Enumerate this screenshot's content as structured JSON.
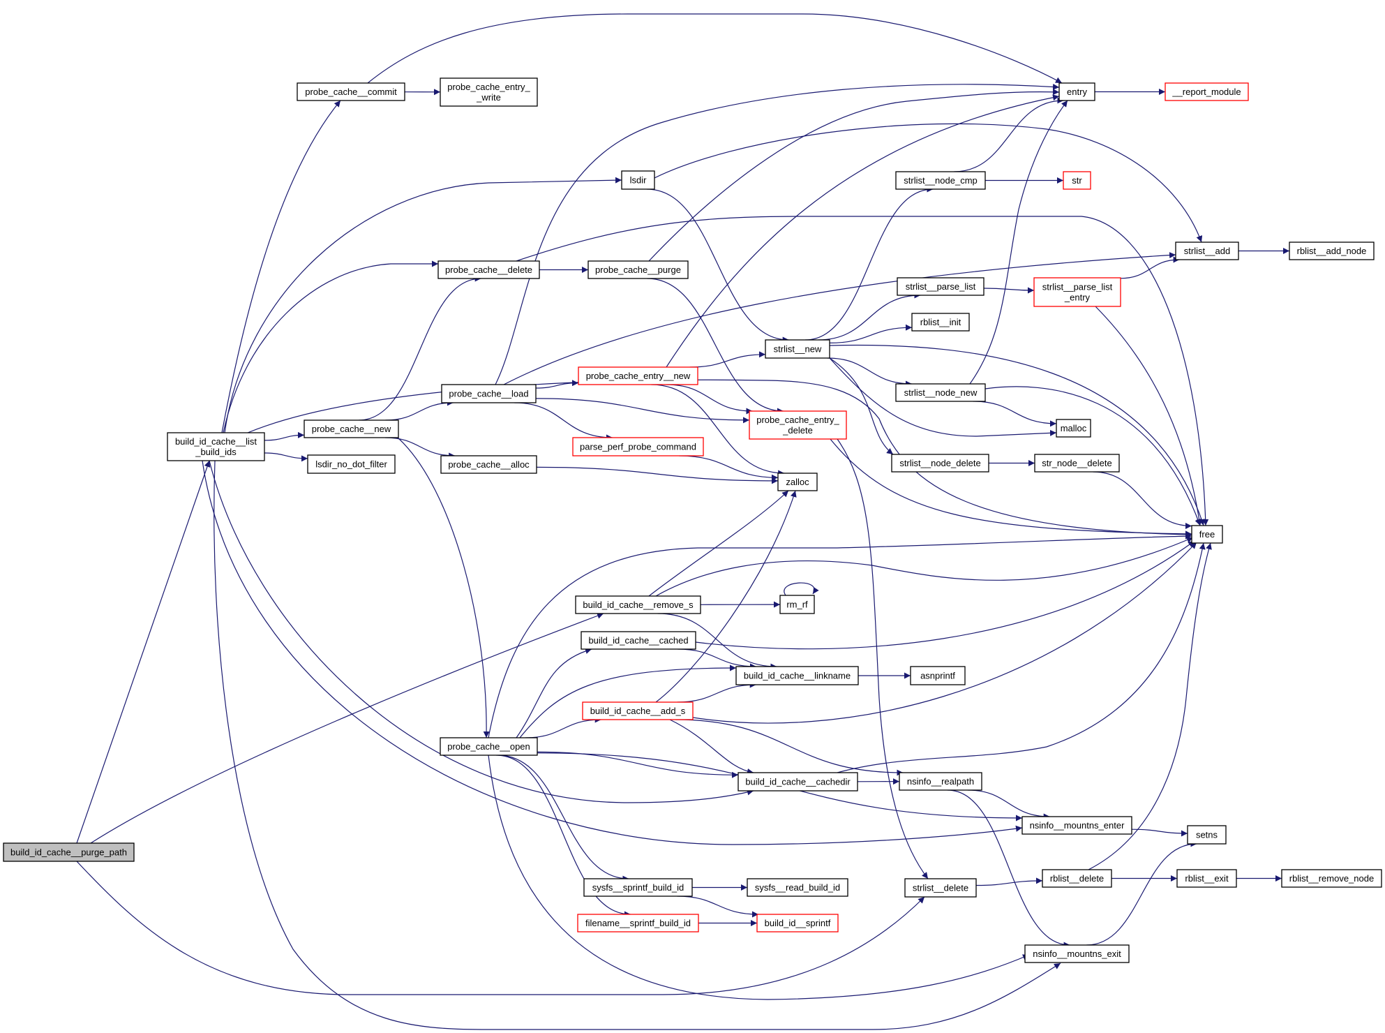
{
  "graph": {
    "type": "call-graph",
    "root": "build_id_cache__purge_path",
    "colors": {
      "edge": "#191970",
      "node_border": "#000000",
      "node_border_truncated": "#ff0000",
      "node_fill": "#ffffff",
      "root_fill": "#bfbfbf"
    },
    "nodes": [
      {
        "id": "purge_path",
        "label": [
          "build_id_cache__purge_path"
        ],
        "root": true
      },
      {
        "id": "list_build_ids",
        "label": [
          "build_id_cache__list",
          "_build_ids"
        ]
      },
      {
        "id": "commit",
        "label": [
          "probe_cache__commit"
        ]
      },
      {
        "id": "entry_write",
        "label": [
          "probe_cache_entry_",
          "_write"
        ]
      },
      {
        "id": "lsdir",
        "label": [
          "lsdir"
        ]
      },
      {
        "id": "pc_delete",
        "label": [
          "probe_cache__delete"
        ]
      },
      {
        "id": "pc_purge",
        "label": [
          "probe_cache__purge"
        ]
      },
      {
        "id": "pc_new",
        "label": [
          "probe_cache__new"
        ]
      },
      {
        "id": "lsdir_no_dot",
        "label": [
          "lsdir_no_dot_filter"
        ]
      },
      {
        "id": "pc_load",
        "label": [
          "probe_cache__load"
        ]
      },
      {
        "id": "pc_alloc",
        "label": [
          "probe_cache__alloc"
        ]
      },
      {
        "id": "pce_new",
        "label": [
          "probe_cache_entry__new"
        ],
        "truncated": true
      },
      {
        "id": "parse_perf",
        "label": [
          "parse_perf_probe_command"
        ],
        "truncated": true
      },
      {
        "id": "pce_delete",
        "label": [
          "probe_cache_entry_",
          "_delete"
        ],
        "truncated": true
      },
      {
        "id": "zalloc",
        "label": [
          "zalloc"
        ]
      },
      {
        "id": "entry",
        "label": [
          "entry"
        ]
      },
      {
        "id": "report_module",
        "label": [
          "__report_module"
        ],
        "truncated": true
      },
      {
        "id": "node_cmp",
        "label": [
          "strlist__node_cmp"
        ]
      },
      {
        "id": "str",
        "label": [
          "str"
        ],
        "truncated": true
      },
      {
        "id": "strlist_add",
        "label": [
          "strlist__add"
        ]
      },
      {
        "id": "rb_add_node",
        "label": [
          "rblist__add_node"
        ]
      },
      {
        "id": "parse_list",
        "label": [
          "strlist__parse_list"
        ]
      },
      {
        "id": "parse_list_entry",
        "label": [
          "strlist__parse_list",
          "_entry"
        ],
        "truncated": true
      },
      {
        "id": "rb_init",
        "label": [
          "rblist__init"
        ]
      },
      {
        "id": "strlist_new",
        "label": [
          "strlist__new"
        ]
      },
      {
        "id": "node_new",
        "label": [
          "strlist__node_new"
        ]
      },
      {
        "id": "malloc",
        "label": [
          "malloc"
        ]
      },
      {
        "id": "node_delete",
        "label": [
          "strlist__node_delete"
        ]
      },
      {
        "id": "str_node_delete",
        "label": [
          "str_node__delete"
        ]
      },
      {
        "id": "free",
        "label": [
          "free"
        ]
      },
      {
        "id": "remove_s",
        "label": [
          "build_id_cache__remove_s"
        ]
      },
      {
        "id": "rm_rf",
        "label": [
          "rm_rf"
        ]
      },
      {
        "id": "cached",
        "label": [
          "build_id_cache__cached"
        ]
      },
      {
        "id": "linkname",
        "label": [
          "build_id_cache__linkname"
        ]
      },
      {
        "id": "asnprintf",
        "label": [
          "asnprintf"
        ]
      },
      {
        "id": "add_s",
        "label": [
          "build_id_cache__add_s"
        ],
        "truncated": true
      },
      {
        "id": "pc_open",
        "label": [
          "probe_cache__open"
        ]
      },
      {
        "id": "cachedir",
        "label": [
          "build_id_cache__cachedir"
        ]
      },
      {
        "id": "realpath",
        "label": [
          "nsinfo__realpath"
        ]
      },
      {
        "id": "mnt_enter",
        "label": [
          "nsinfo__mountns_enter"
        ]
      },
      {
        "id": "setns",
        "label": [
          "setns"
        ]
      },
      {
        "id": "sysfs_sprintf",
        "label": [
          "sysfs__sprintf_build_id"
        ]
      },
      {
        "id": "sysfs_read",
        "label": [
          "sysfs__read_build_id"
        ]
      },
      {
        "id": "strlist_delete",
        "label": [
          "strlist__delete"
        ]
      },
      {
        "id": "rb_delete",
        "label": [
          "rblist__delete"
        ]
      },
      {
        "id": "rb_exit",
        "label": [
          "rblist__exit"
        ]
      },
      {
        "id": "rb_remove_node",
        "label": [
          "rblist__remove_node"
        ]
      },
      {
        "id": "fn_sprintf",
        "label": [
          "filename__sprintf_build_id"
        ],
        "truncated": true
      },
      {
        "id": "bid_sprintf",
        "label": [
          "build_id__sprintf"
        ],
        "truncated": true
      },
      {
        "id": "mnt_exit",
        "label": [
          "nsinfo__mountns_exit"
        ]
      }
    ],
    "edges": [
      [
        "purge_path",
        "list_build_ids"
      ],
      [
        "purge_path",
        "remove_s"
      ],
      [
        "purge_path",
        "strlist_delete"
      ],
      [
        "list_build_ids",
        "commit"
      ],
      [
        "list_build_ids",
        "lsdir"
      ],
      [
        "list_build_ids",
        "pc_delete"
      ],
      [
        "list_build_ids",
        "pc_new"
      ],
      [
        "list_build_ids",
        "lsdir_no_dot"
      ],
      [
        "list_build_ids",
        "free"
      ],
      [
        "list_build_ids",
        "cachedir"
      ],
      [
        "list_build_ids",
        "mnt_enter"
      ],
      [
        "list_build_ids",
        "mnt_exit"
      ],
      [
        "commit",
        "entry_write"
      ],
      [
        "commit",
        "entry"
      ],
      [
        "lsdir",
        "strlist_add"
      ],
      [
        "lsdir",
        "strlist_new"
      ],
      [
        "pc_delete",
        "pc_purge"
      ],
      [
        "pc_delete",
        "free"
      ],
      [
        "pc_purge",
        "entry"
      ],
      [
        "pc_purge",
        "pce_delete"
      ],
      [
        "pc_new",
        "pc_delete"
      ],
      [
        "pc_new",
        "pc_load"
      ],
      [
        "pc_new",
        "pc_alloc"
      ],
      [
        "pc_new",
        "pc_open"
      ],
      [
        "pc_load",
        "entry"
      ],
      [
        "pc_load",
        "pce_new"
      ],
      [
        "pc_load",
        "pce_delete"
      ],
      [
        "pc_load",
        "parse_perf"
      ],
      [
        "pc_load",
        "strlist_add"
      ],
      [
        "pc_alloc",
        "zalloc"
      ],
      [
        "pce_new",
        "entry"
      ],
      [
        "pce_new",
        "strlist_new"
      ],
      [
        "pce_new",
        "pce_delete"
      ],
      [
        "pce_new",
        "zalloc"
      ],
      [
        "parse_perf",
        "zalloc"
      ],
      [
        "pce_delete",
        "free"
      ],
      [
        "pce_delete",
        "strlist_delete"
      ],
      [
        "entry",
        "report_module"
      ],
      [
        "node_cmp",
        "entry"
      ],
      [
        "node_cmp",
        "str"
      ],
      [
        "strlist_add",
        "rb_add_node"
      ],
      [
        "parse_list",
        "parse_list_entry"
      ],
      [
        "parse_list_entry",
        "strlist_add"
      ],
      [
        "parse_list_entry",
        "free"
      ],
      [
        "strlist_new",
        "node_cmp"
      ],
      [
        "strlist_new",
        "parse_list"
      ],
      [
        "strlist_new",
        "rb_init"
      ],
      [
        "strlist_new",
        "node_new"
      ],
      [
        "strlist_new",
        "malloc"
      ],
      [
        "strlist_new",
        "node_delete"
      ],
      [
        "strlist_new",
        "free"
      ],
      [
        "node_new",
        "entry"
      ],
      [
        "node_new",
        "malloc"
      ],
      [
        "node_new",
        "free"
      ],
      [
        "node_delete",
        "str_node_delete"
      ],
      [
        "str_node_delete",
        "free"
      ],
      [
        "remove_s",
        "zalloc"
      ],
      [
        "remove_s",
        "rm_rf"
      ],
      [
        "remove_s",
        "linkname"
      ],
      [
        "remove_s",
        "free"
      ],
      [
        "rm_rf",
        "rm_rf"
      ],
      [
        "cached",
        "linkname"
      ],
      [
        "cached",
        "free"
      ],
      [
        "linkname",
        "asnprintf"
      ],
      [
        "add_s",
        "zalloc"
      ],
      [
        "add_s",
        "linkname"
      ],
      [
        "add_s",
        "cachedir"
      ],
      [
        "add_s",
        "realpath"
      ],
      [
        "add_s",
        "free"
      ],
      [
        "pc_open",
        "cached"
      ],
      [
        "pc_open",
        "linkname"
      ],
      [
        "pc_open",
        "add_s"
      ],
      [
        "pc_open",
        "cachedir"
      ],
      [
        "pc_open",
        "mnt_enter"
      ],
      [
        "pc_open",
        "sysfs_sprintf"
      ],
      [
        "pc_open",
        "fn_sprintf"
      ],
      [
        "pc_open",
        "mnt_exit"
      ],
      [
        "pc_open",
        "free"
      ],
      [
        "cachedir",
        "realpath"
      ],
      [
        "cachedir",
        "free"
      ],
      [
        "realpath",
        "mnt_enter"
      ],
      [
        "realpath",
        "mnt_exit"
      ],
      [
        "mnt_enter",
        "setns"
      ],
      [
        "mnt_exit",
        "setns"
      ],
      [
        "sysfs_sprintf",
        "sysfs_read"
      ],
      [
        "sysfs_sprintf",
        "bid_sprintf"
      ],
      [
        "fn_sprintf",
        "bid_sprintf"
      ],
      [
        "strlist_delete",
        "rb_delete"
      ],
      [
        "rb_delete",
        "rb_exit"
      ],
      [
        "rb_delete",
        "free"
      ],
      [
        "rb_exit",
        "rb_remove_node"
      ]
    ]
  }
}
